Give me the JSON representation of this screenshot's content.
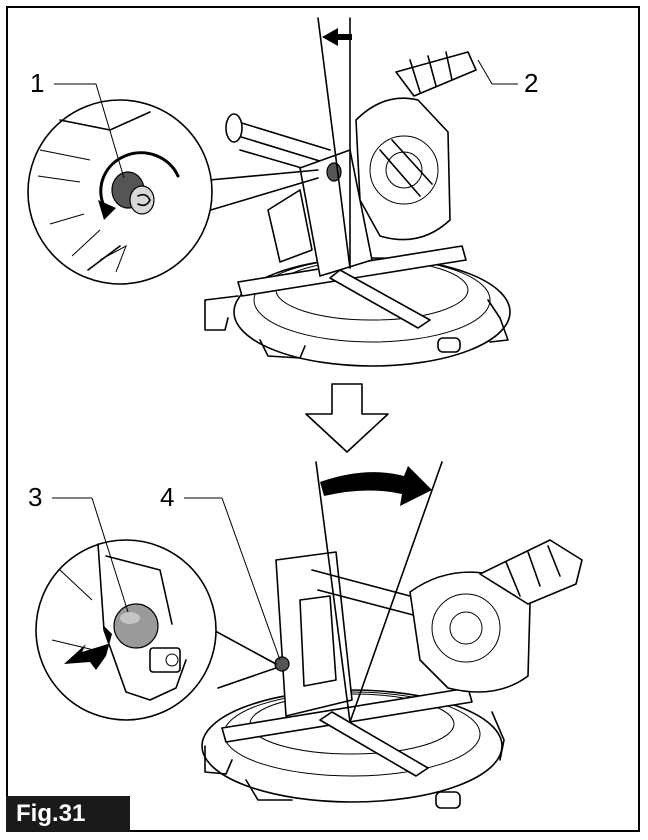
{
  "figure": {
    "label": "Fig.31",
    "callouts": [
      "1",
      "2",
      "3",
      "4"
    ]
  },
  "colors": {
    "ink": "#000000",
    "paper": "#ffffff",
    "label_bg": "#1a1a1a",
    "label_text": "#ffffff"
  },
  "icons": {
    "transition": "down-arrow-icon",
    "rotation_top": "left-arrow-icon",
    "rotation_bottom": "curved-right-arrow-icon",
    "push": "push-arrow-icon"
  }
}
